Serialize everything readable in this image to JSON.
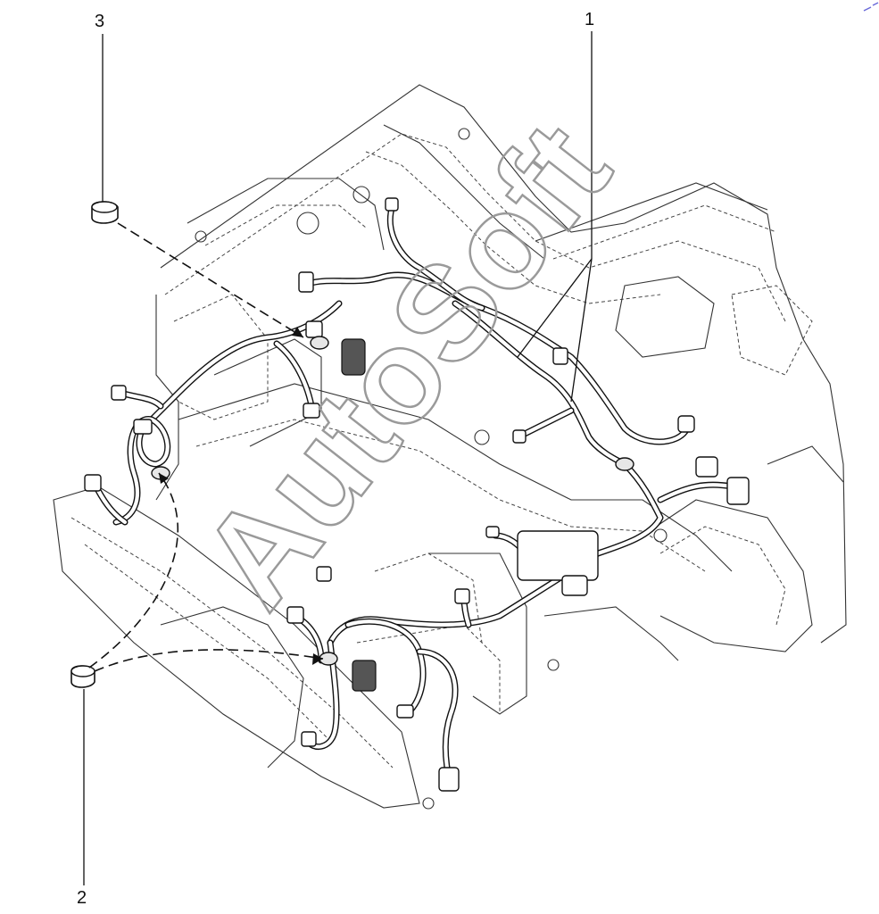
{
  "callouts": [
    {
      "id": "1",
      "label": "1"
    },
    {
      "id": "2",
      "label": "2"
    },
    {
      "id": "3",
      "label": "3"
    }
  ],
  "watermark": {
    "text": "AutoSoft"
  }
}
